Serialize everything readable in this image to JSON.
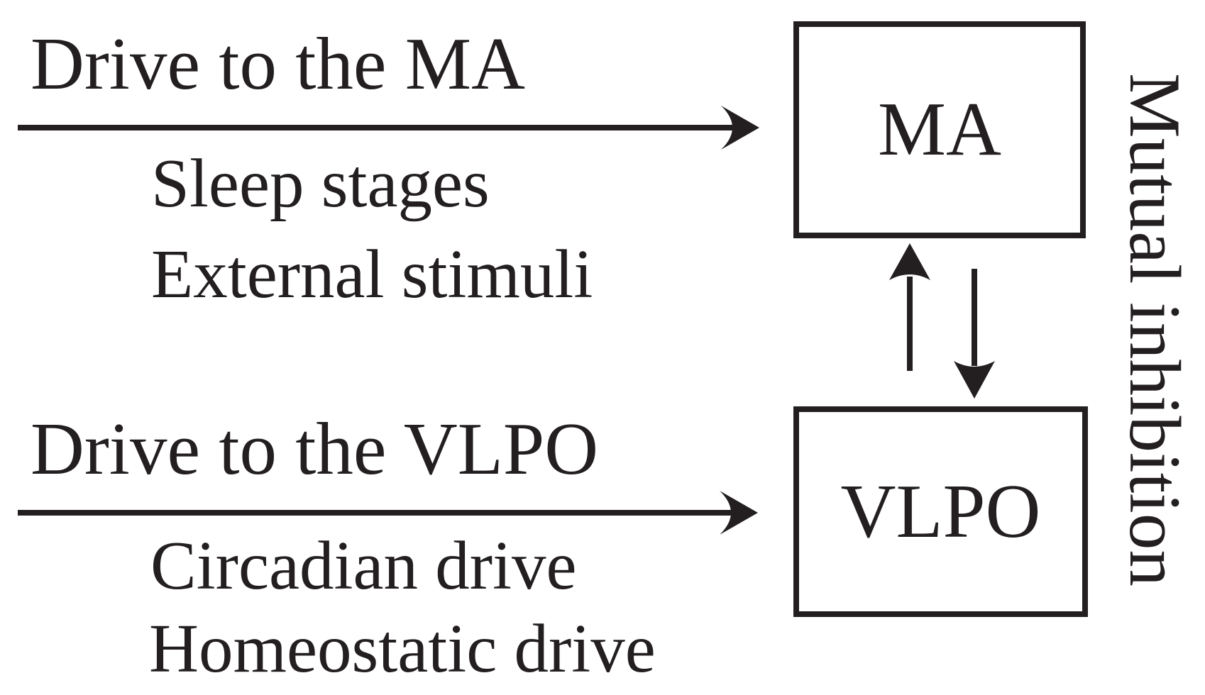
{
  "colors": {
    "ink": "#231f20",
    "background": "#ffffff"
  },
  "inputs": {
    "ma": {
      "heading": "Drive to the MA",
      "factors": [
        "Sleep stages",
        "External stimuli"
      ]
    },
    "vlpo": {
      "heading": "Drive to the VLPO",
      "factors": [
        "Circadian drive",
        "Homeostatic drive"
      ]
    }
  },
  "nodes": {
    "ma": {
      "label": "MA"
    },
    "vlpo": {
      "label": "VLPO"
    }
  },
  "relationship": {
    "label": "Mutual inhibition"
  }
}
